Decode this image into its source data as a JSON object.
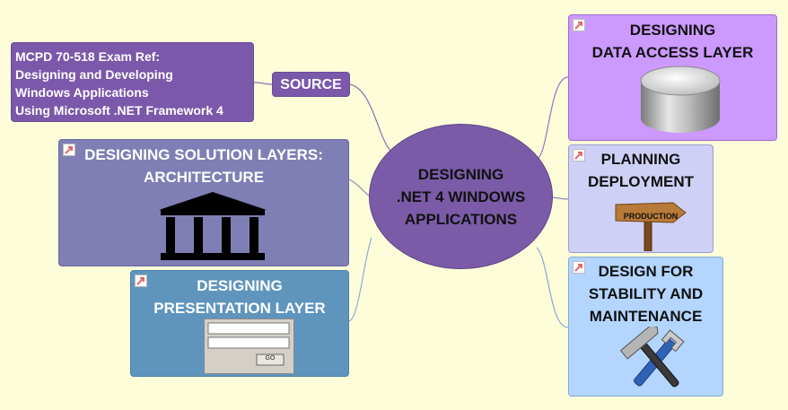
{
  "central": {
    "lines": [
      "DESIGNING",
      ".NET 4 WINDOWS",
      "APPLICATIONS"
    ]
  },
  "source": {
    "label": "SOURCE",
    "note_lines": [
      "MCPD 70-518 Exam Ref:",
      "Designing and Developing",
      "Windows Applications",
      "Using Microsoft .NET Framework 4"
    ]
  },
  "topics": {
    "solution_layers": {
      "lines": [
        "DESIGNING SOLUTION LAYERS:",
        "ARCHITECTURE"
      ],
      "icon": "columns-building-icon"
    },
    "presentation_layer": {
      "lines": [
        "DESIGNING",
        "PRESENTATION LAYER"
      ],
      "icon": "login-form-icon",
      "button_text": "GO"
    },
    "data_access": {
      "lines": [
        "DESIGNING",
        "DATA ACCESS LAYER"
      ],
      "icon": "database-cylinder-icon"
    },
    "deployment": {
      "lines": [
        "PLANNING",
        "DEPLOYMENT"
      ],
      "icon": "signpost-icon",
      "sign_text": "PRODUCTION"
    },
    "stability": {
      "lines": [
        "DESIGN FOR",
        "STABILITY AND",
        "MAINTENANCE"
      ],
      "icon": "wrench-hammer-icon"
    }
  },
  "colors": {
    "background": "#fdfdd9",
    "central": "#7b5ba8",
    "source": "#7b58aa",
    "solution_layers": "#7f7fb5",
    "presentation_layer": "#5f95bd",
    "data_access": "#cc99ff",
    "deployment": "#cfd0f6",
    "stability": "#b3d5ff"
  }
}
